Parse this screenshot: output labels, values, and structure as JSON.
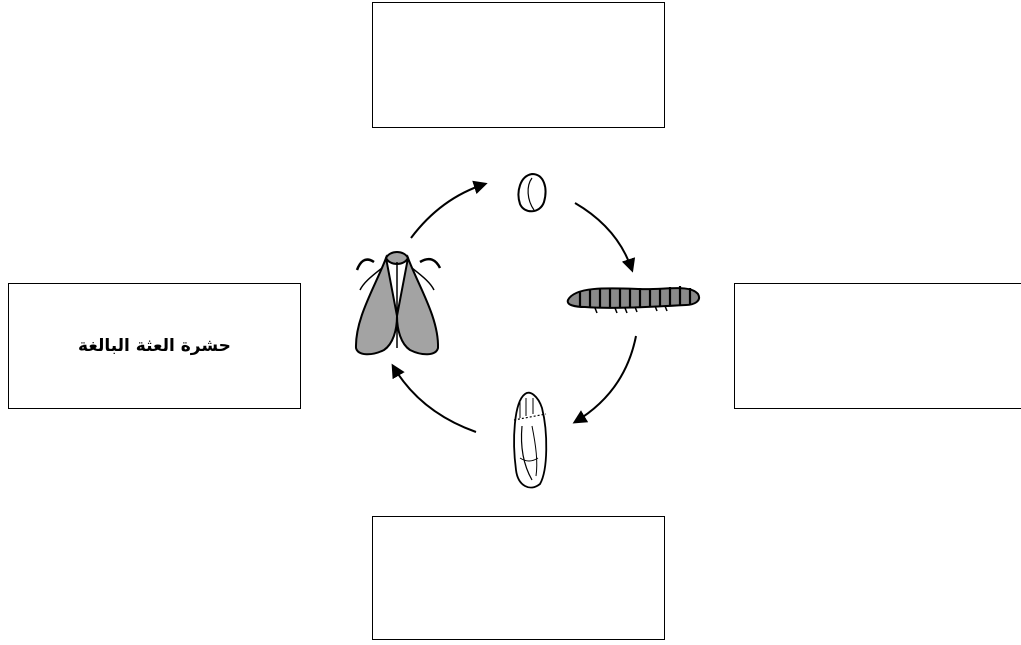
{
  "diagram": {
    "title": "",
    "stages": [
      {
        "id": "egg",
        "label": ""
      },
      {
        "id": "larva",
        "label": ""
      },
      {
        "id": "pupa",
        "label": ""
      },
      {
        "id": "adult",
        "label": "حشرة العثة البالغة"
      }
    ]
  },
  "colors": {
    "wing_fill": "#a3a3a3",
    "stroke": "#000000",
    "larva_body": "#8a8a8a",
    "background": "#ffffff"
  },
  "icons": [
    "egg-icon",
    "caterpillar-icon",
    "pupa-icon",
    "moth-icon"
  ]
}
